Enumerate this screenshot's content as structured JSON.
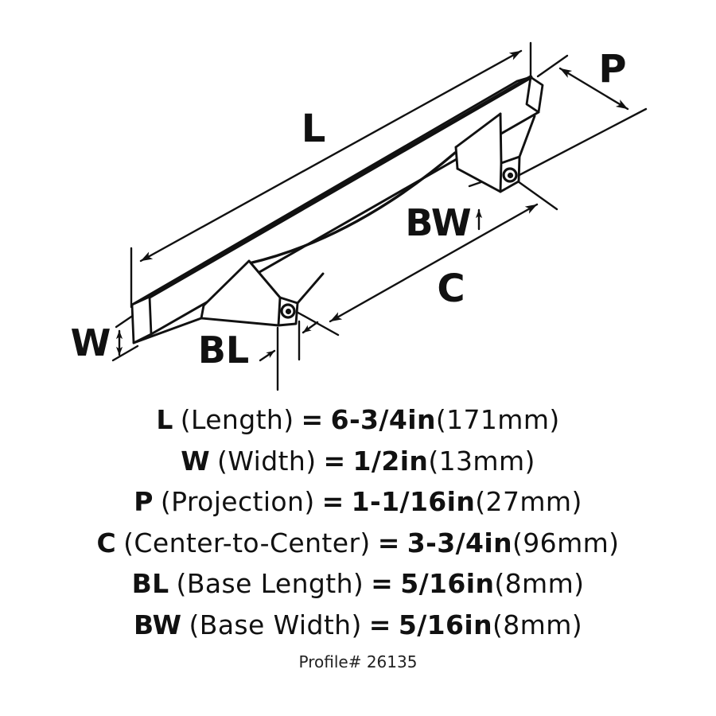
{
  "diagram": {
    "labels": {
      "L": "L",
      "P": "P",
      "C": "C",
      "W": "W",
      "BL": "BL",
      "BW": "BW"
    },
    "colors": {
      "line": "#111111",
      "background": "#ffffff"
    }
  },
  "specs": [
    {
      "label": "L",
      "name": "(Length)",
      "eq": "=",
      "value": "6-3/4in",
      "metric": "(171mm)"
    },
    {
      "label": "W",
      "name": "(Width)",
      "eq": "=",
      "value": "1/2in",
      "metric": "(13mm)"
    },
    {
      "label": "P",
      "name": "(Projection)",
      "eq": "=",
      "value": "1-1/16in",
      "metric": "(27mm)"
    },
    {
      "label": "C",
      "name": "(Center-to-Center)",
      "eq": "=",
      "value": "3-3/4in",
      "metric": "(96mm)"
    },
    {
      "label": "BL",
      "name": "(Base Length)",
      "eq": "=",
      "value": "5/16in",
      "metric": "(8mm)"
    },
    {
      "label": "BW",
      "name": "(Base Width)",
      "eq": "=",
      "value": "5/16in",
      "metric": "(8mm)"
    }
  ],
  "footer": {
    "profile": "Profile# 26135"
  }
}
